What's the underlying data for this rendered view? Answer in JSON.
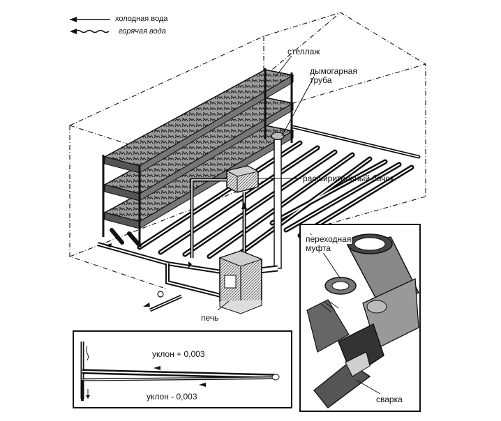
{
  "legend": {
    "cold_water": "холодная вода",
    "hot_water": "горячая вода"
  },
  "labels": {
    "rack": "стеллаж",
    "flue_line1": "дымогарная",
    "flue_line2": "труба",
    "expansion_tank": "расширительный бачок",
    "stove": "печь"
  },
  "slope_inset": {
    "slope_up": "уклон + 0,003",
    "slope_down": "уклон - 0,003"
  },
  "joint_inset": {
    "coupling_line1": "переходная",
    "coupling_line2": "муфта",
    "welding": "сварка"
  }
}
